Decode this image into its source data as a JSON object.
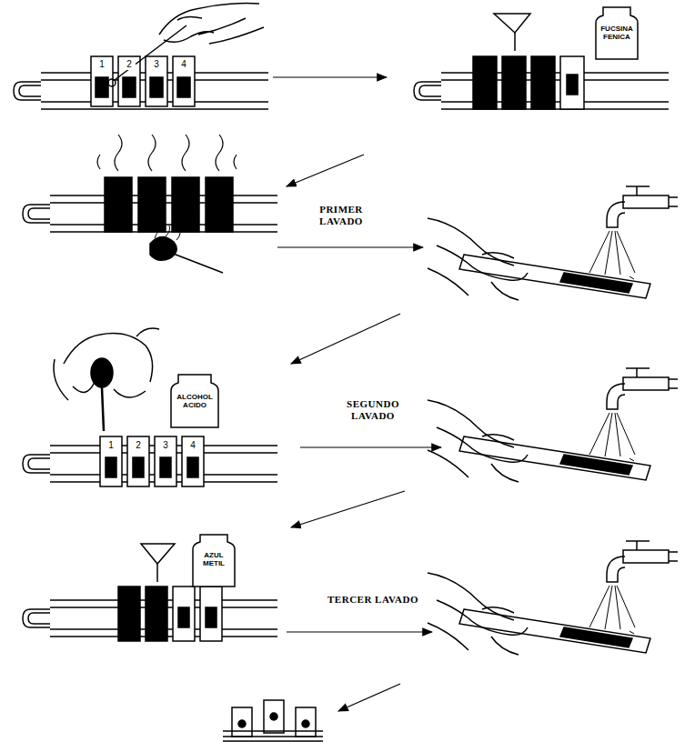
{
  "diagram": {
    "labels": [
      "1",
      "2",
      "3",
      "4",
      "FUCSINA FENICA",
      "PRIMER LAVADO",
      "ALCOHOL ACIDO",
      "1",
      "2",
      "3",
      "4",
      "SEGUNDO LAVADO",
      "AZUL METIL",
      "TERCER LAVADO"
    ]
  }
}
